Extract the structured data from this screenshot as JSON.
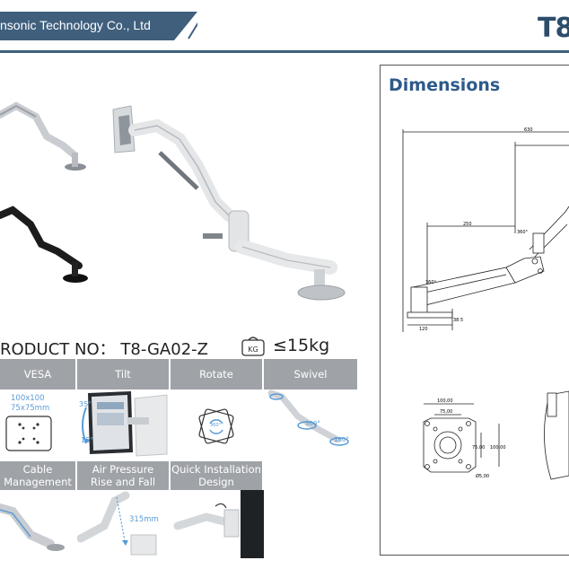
{
  "header": {
    "company": "nsonic Technology Co., Ltd",
    "brand": "T8"
  },
  "product": {
    "number_label": "RODUCT NO：",
    "number": "T8-GA02-Z",
    "weight_icon_label": "KG",
    "weight_limit": "≤15kg"
  },
  "features": [
    {
      "label": "VESA",
      "detail": "100x100\n75x75mm"
    },
    {
      "label": "Tilt",
      "angle_up": "35°",
      "angle_down": "15°"
    },
    {
      "label": "Rotate",
      "angle": "360°"
    },
    {
      "label": "Swivel",
      "angle_1": "360°",
      "angle_2": "180°"
    },
    {
      "label": "Cable\nManagement"
    },
    {
      "label": "Air Pressure\nRise and Fall",
      "travel": "315mm"
    },
    {
      "label": "Quick Installation\nDesign"
    }
  ],
  "dimensions": {
    "title": "Dimensions",
    "labels": {
      "width_total": "630",
      "arm_length": "250",
      "base_width": "120",
      "clamp_height": "38.5",
      "rot_1": "360°",
      "rot_2": "360°",
      "vesa_100": "100,00",
      "vesa_75": "75,00",
      "vesa_75_side": "75,00",
      "vesa_100_side": "100,00",
      "hole": "Ø5,00"
    }
  },
  "colors": {
    "header_blue": "#3f5f7d",
    "title_blue": "#2e5a8a",
    "grid_gray": "#9fa3a8",
    "accent_blue": "#5b9bd5"
  }
}
